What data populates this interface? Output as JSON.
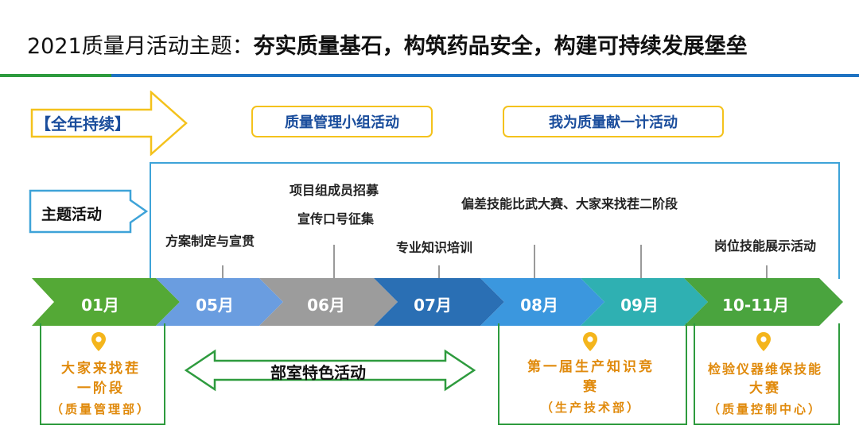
{
  "title": {
    "lead": "2021质量月活动主题：",
    "bold": "夯实质量基石，构筑药品安全，构建可持续发展堡垒"
  },
  "full_year": "【全年持续】",
  "pills": [
    "质量管理小组活动",
    "我为质量献一计活动"
  ],
  "theme": "主题活动",
  "timeline_labels": {
    "plan": "方案制定与宣贯",
    "recruit": "项目组成员招募",
    "slogan": "宣传口号征集",
    "training": "专业知识培训",
    "contest": "偏差技能比武大赛、大家来找茬二阶段",
    "showcase": "岗位技能展示活动"
  },
  "months": [
    "01月",
    "05月",
    "06月",
    "07月",
    "08月",
    "09月",
    "10-11月"
  ],
  "month_colors": [
    "#54a936",
    "#6a9de0",
    "#9c9c9c",
    "#2a6fb4",
    "#3b97de",
    "#2fb0b2",
    "#4aa43e"
  ],
  "dept_activity": "部室特色活动",
  "bottom_left": {
    "line1": "大家来找茬",
    "line2": "一阶段",
    "sub": "（质量管理部）"
  },
  "bottom_mid": {
    "line1": "第一届生产知识竞",
    "line2": "赛",
    "sub": "（生产技术部）"
  },
  "bottom_right": {
    "line1": "检验仪器维保技能",
    "line2": "大赛",
    "sub": "（质量控制中心）"
  },
  "icons": [
    "location-pin-icon",
    "arrow-right-icon",
    "double-arrow-icon"
  ]
}
